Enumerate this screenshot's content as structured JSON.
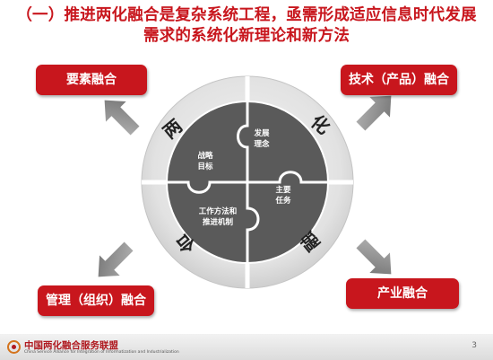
{
  "title": {
    "line1": "（一）推进两化融合是复杂系统工程，亟需形成适应信息时代发展",
    "line2": "需求的系统化新理论和新方法"
  },
  "corners": {
    "top_left": "要素融合",
    "top_right": "技术（产品）融合",
    "bottom_left": "管理（组织）融合",
    "bottom_right": "产业融合"
  },
  "ring": {
    "char_top_left": "两",
    "char_top_right": "化",
    "char_bottom_right": "融",
    "char_bottom_left": "合"
  },
  "puzzle": {
    "piece_tl_line1": "战略",
    "piece_tl_line2": "目标",
    "piece_tr_line1": "发展",
    "piece_tr_line2": "理念",
    "piece_br_line1": "主要",
    "piece_br_line2": "任务",
    "piece_bl_line1": "工作方法和",
    "piece_bl_line2": "推进机制"
  },
  "footer": {
    "org_name": "中国两化融合服务联盟",
    "org_name_en": "China Service Alliance for Integration of Informatization and Industrialization",
    "page_number": "3"
  },
  "colors": {
    "accent_red": "#c8161d",
    "puzzle_gray": "#5a5a5a",
    "ring_gray": "#e0e0e0",
    "arrow_gray": "#8a8a8a"
  }
}
